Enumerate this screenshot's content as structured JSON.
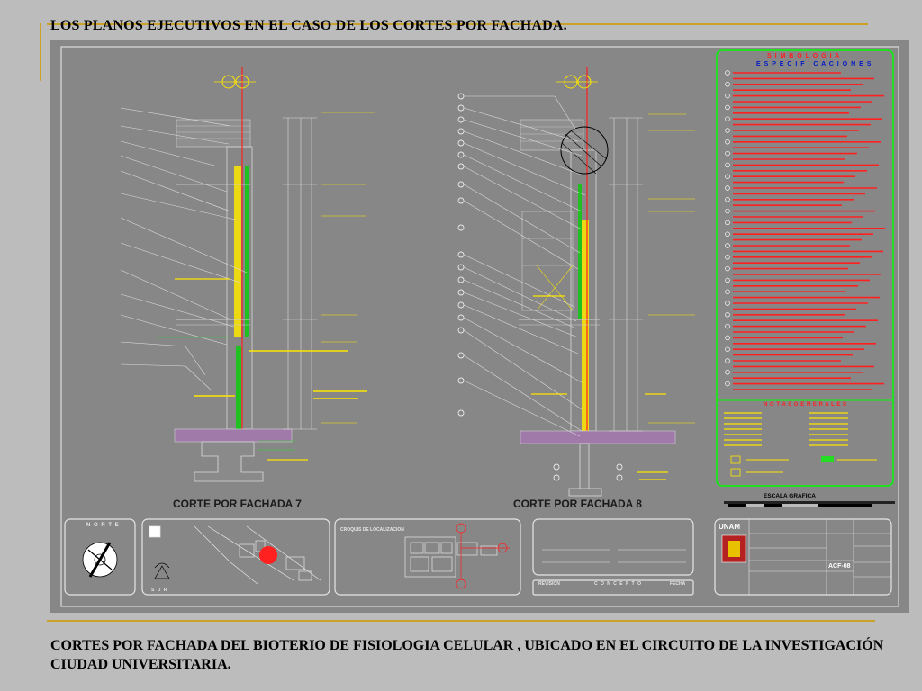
{
  "header": {
    "title": "LOS PLANOS EJECUTIVOS EN EL CASO DE LOS CORTES POR FACHADA."
  },
  "sheet": {
    "section_7_label": "CORTE POR FACHADA 7",
    "section_8_label": "CORTE POR FACHADA  8",
    "legend_title": "S I M B O L O G I A",
    "legend_subtitle": "E S P E C I F I C A C I O N E S",
    "notes_title": "N O T A S   G E N E R A L E S",
    "scale_label": "ESCALA GRAFICA",
    "north_label": "N O R T E",
    "south_label": "S U R",
    "location_label": "CROQUIS DE LOCALIZACION",
    "university_logo": "UNAM",
    "revision_label": "REVISION",
    "concept_label": "C O N C E P T O",
    "date_label": "FECHA",
    "sheet_code": "ACF-08"
  },
  "colors": {
    "page_bg": "#bcbcbc",
    "sheet_bg": "#878787",
    "gold_rule": "#c9a227",
    "legend_border": "#22dd22",
    "legend_text": "#ff2020"
  },
  "footer": {
    "caption": "CORTES POR FACHADA DEL BIOTERIO DE FISIOLOGIA CELULAR , UBICADO EN EL CIRCUITO DE LA INVESTIGACIÓN  CIUDAD UNIVERSITARIA."
  }
}
